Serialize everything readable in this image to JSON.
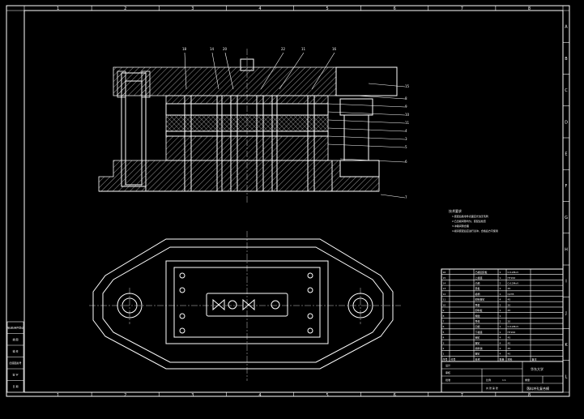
{
  "border": {
    "zones_x": [
      "1",
      "2",
      "3",
      "4",
      "5",
      "6",
      "7",
      "8"
    ],
    "zones_y": [
      "A",
      "B",
      "C",
      "D",
      "E",
      "F",
      "G",
      "H",
      "I",
      "J",
      "K",
      "L"
    ]
  },
  "callouts": {
    "top": [
      "18",
      "14",
      "20",
      "22",
      "11",
      "16"
    ],
    "right": [
      "15",
      "8",
      "9",
      "10",
      "11",
      "4",
      "3",
      "5",
      "6",
      "7"
    ]
  },
  "notes": {
    "title": "技术要求",
    "lines": [
      "1.装配后各零件表面应光洁无毛刺",
      "2.凸凹模间隙均匀，装配后检查",
      "3.冲裁间隙合理",
      "4.模具装配后应进行试冲，合格后方可使用"
    ]
  },
  "side_stamp": [
    "借(通)用件登记",
    "描 图",
    "描 校",
    "旧底图总号",
    "签 字",
    "日 期"
  ],
  "bom": {
    "header": [
      "序号",
      "代号",
      "名称",
      "数量",
      "材料",
      "备注"
    ],
    "rows": [
      [
        "16",
        "",
        "凸模固定板",
        "1",
        "Cr12MoV",
        ""
      ],
      [
        "15",
        "",
        "上模座",
        "1",
        "HT200",
        ""
      ],
      [
        "14",
        "",
        "凸模",
        "2",
        "Cr12MoV",
        ""
      ],
      [
        "13",
        "",
        "垫板",
        "1",
        "45",
        ""
      ],
      [
        "12",
        "",
        "模柄",
        "1",
        "Q235",
        ""
      ],
      [
        "11",
        "",
        "卸料螺钉",
        "4",
        "45",
        ""
      ],
      [
        "10",
        "",
        "导套",
        "2",
        "20",
        ""
      ],
      [
        "9",
        "",
        "卸料板",
        "1",
        "45",
        ""
      ],
      [
        "8",
        "",
        "橡胶",
        "1",
        "",
        ""
      ],
      [
        "7",
        "",
        "导柱",
        "2",
        "20",
        ""
      ],
      [
        "6",
        "",
        "凹模",
        "1",
        "Cr12MoV",
        ""
      ],
      [
        "5",
        "",
        "下模座",
        "1",
        "HT200",
        ""
      ],
      [
        "4",
        "",
        "销钉",
        "4",
        "45",
        ""
      ],
      [
        "3",
        "",
        "螺钉",
        "4",
        "45",
        ""
      ],
      [
        "2",
        "",
        "挡料销",
        "1",
        "45",
        ""
      ],
      [
        "1",
        "",
        "螺钉",
        "4",
        "45",
        ""
      ]
    ]
  },
  "title_block": {
    "drawing_title": "落料冲孔复合模",
    "unit": "华东大学",
    "scale_label": "比例",
    "scale": "1:1",
    "weight_label": "重量",
    "sheet_label": "共 张 第 张",
    "design_label": "设计",
    "check_label": "审核",
    "approve_label": "批准"
  }
}
